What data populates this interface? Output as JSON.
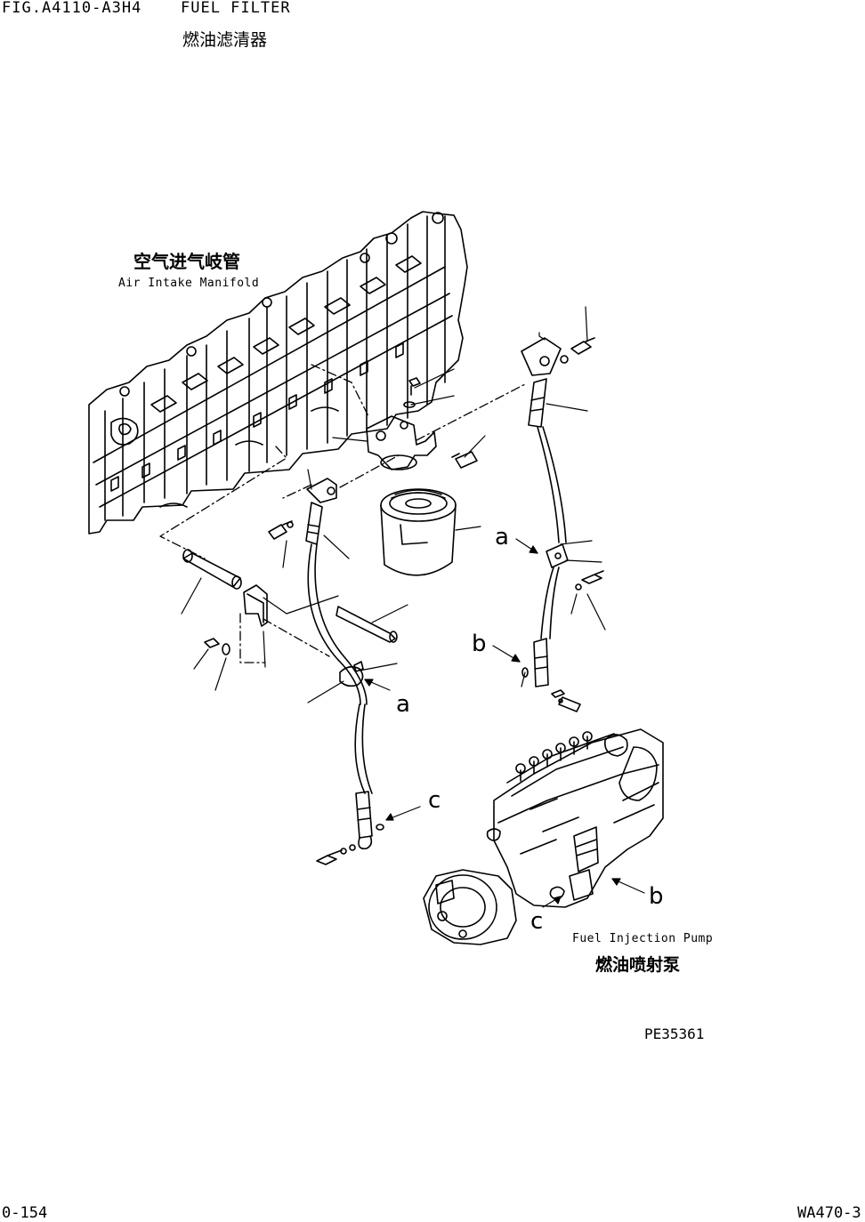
{
  "header": {
    "fig_code": "FIG.A4110-A3H4",
    "title_en": "FUEL FILTER",
    "title_cn": "燃油滤清器"
  },
  "labels": {
    "manifold_cn": "空气进气岐管",
    "manifold_en": "Air Intake Manifold",
    "pump_en": "Fuel Injection Pump",
    "pump_cn": "燃油喷射泵"
  },
  "references": {
    "a_upper": "a",
    "a_lower": "a",
    "b_left": "b",
    "b_right": "b",
    "c_left": "c",
    "c_right": "c"
  },
  "footer": {
    "drawing_number": "PE35361",
    "page_number": "0-154",
    "model": "WA470-3"
  }
}
